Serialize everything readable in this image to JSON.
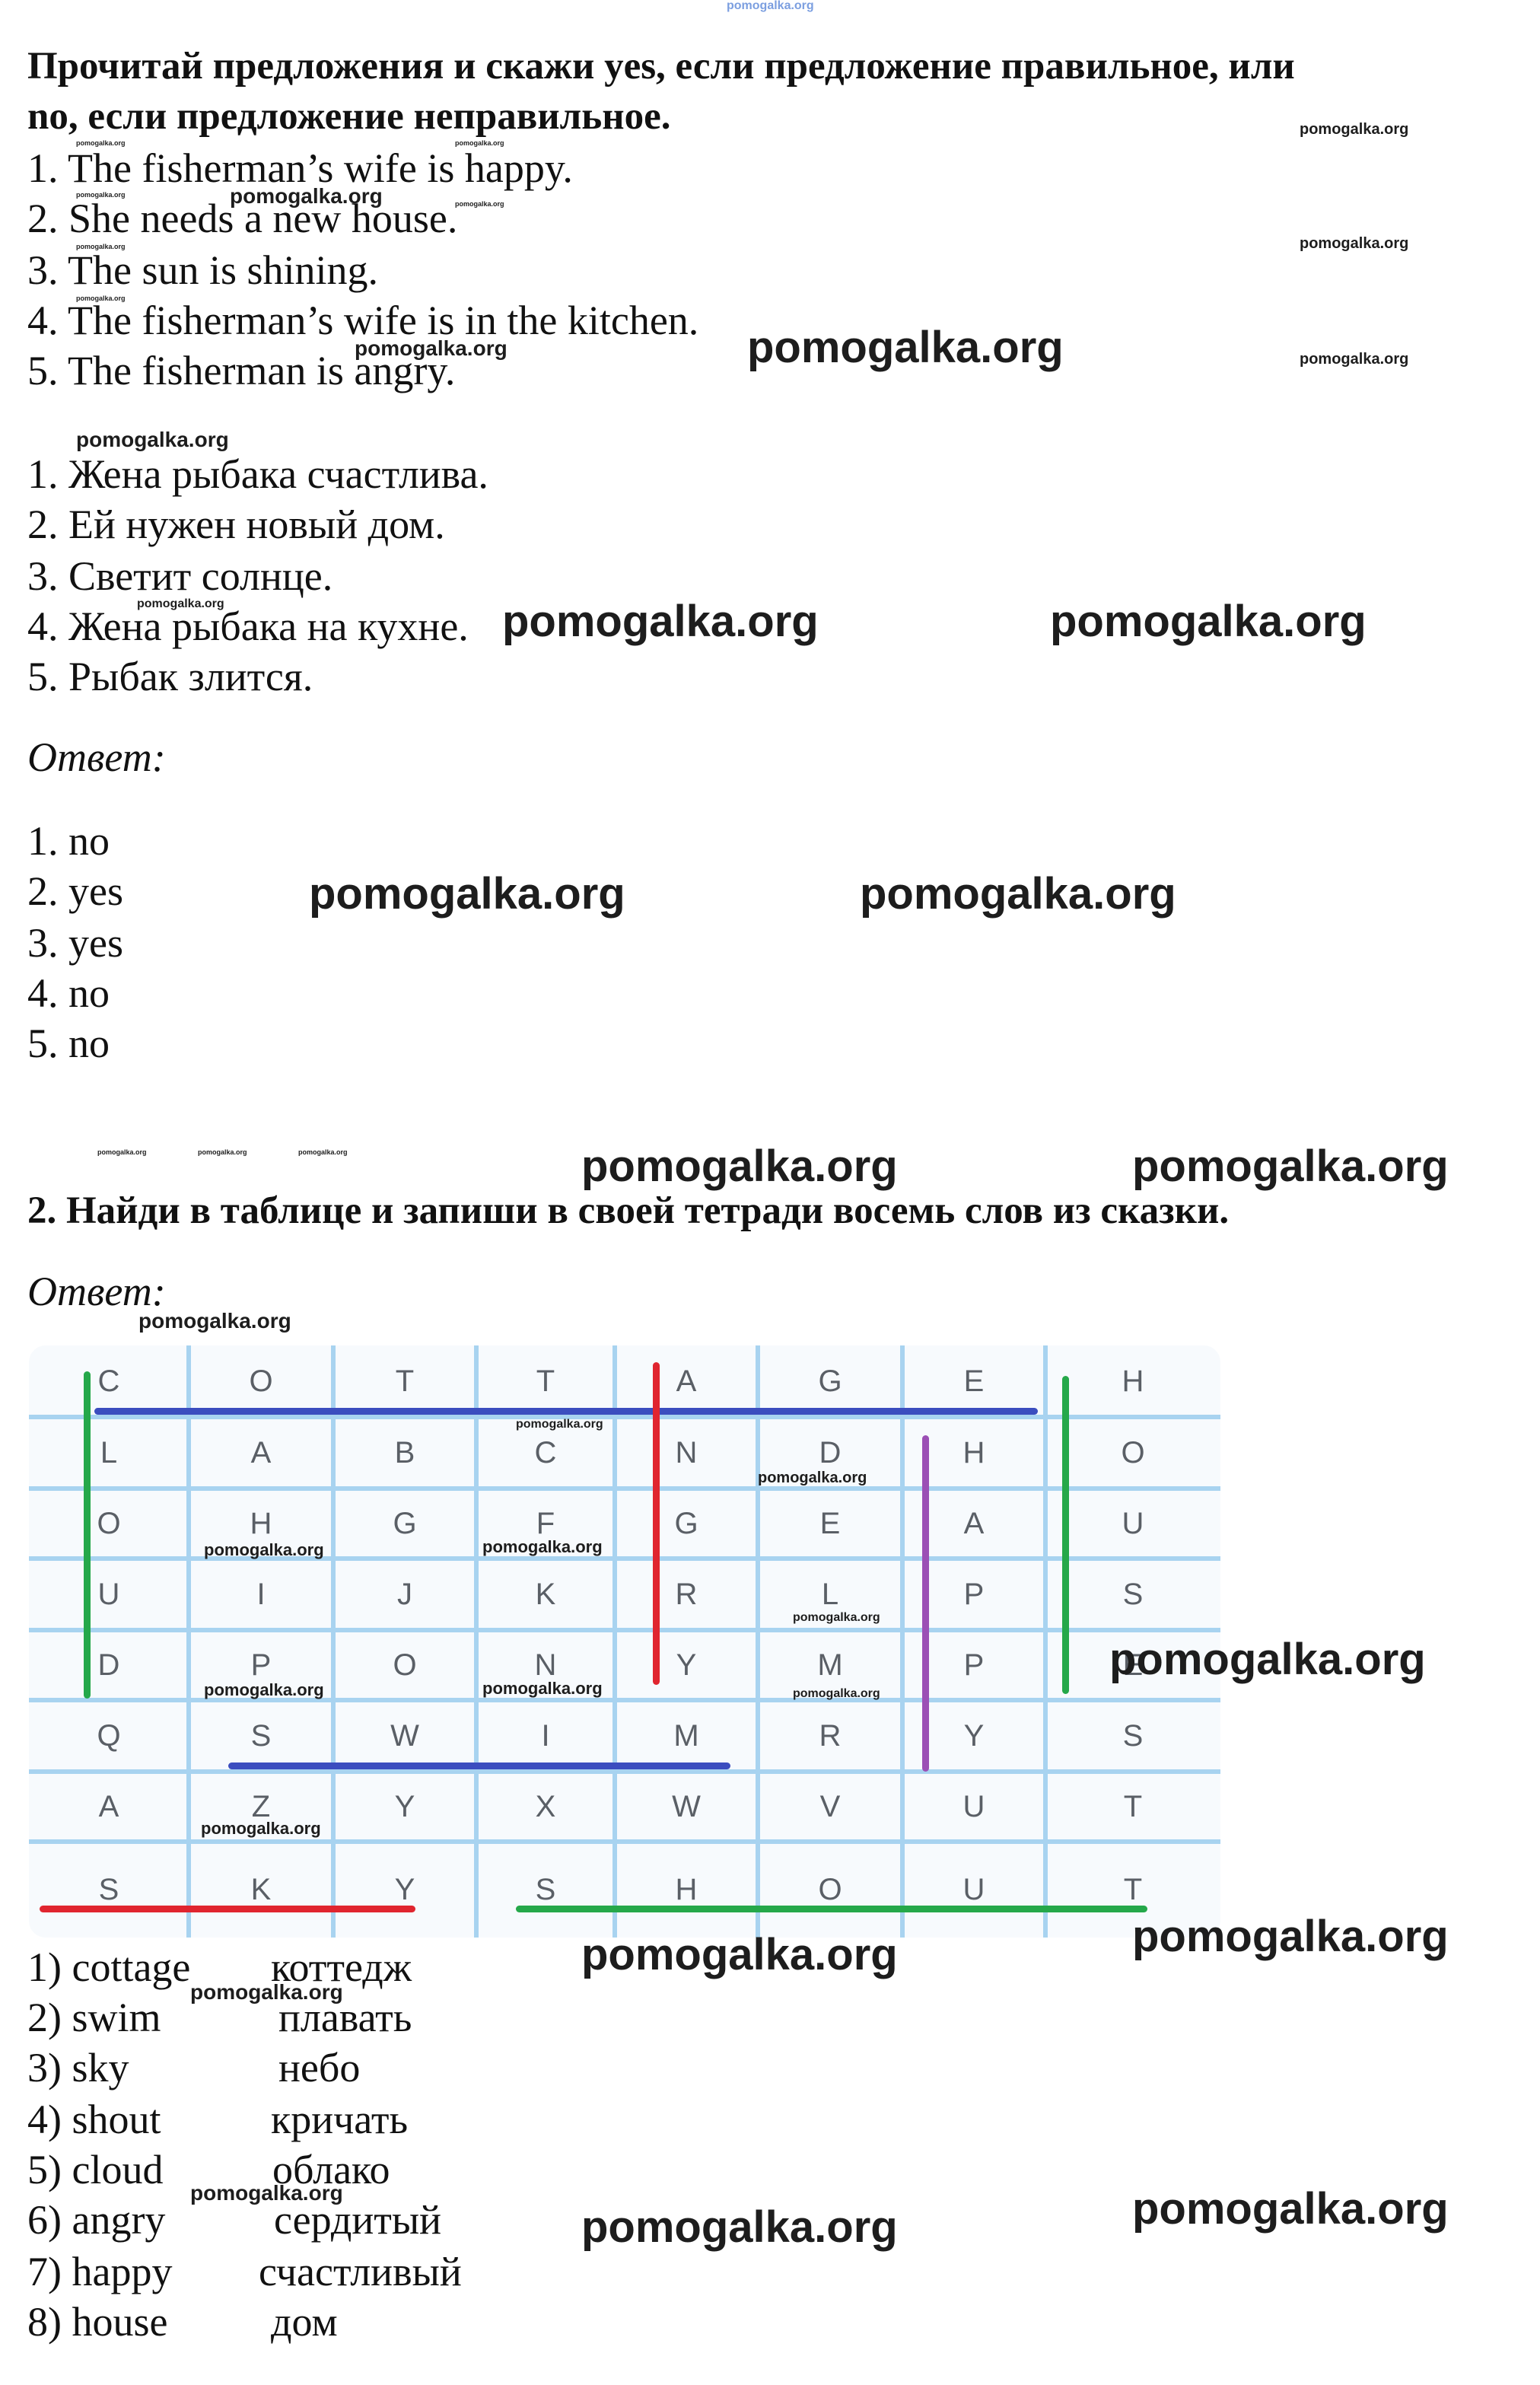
{
  "site_watermark": "pomogalka.org",
  "task1": {
    "title_line1": "Прочитай предложения и скажи yes, если предложение правильное, или",
    "title_line2": "no, если предложение неправильное.",
    "sentences": [
      "1. The fisherman’s wife is happy.",
      "2. She needs a new house.",
      "3. The sun is shining.",
      "4. The fisherman’s wife is in the kitchen.",
      "5. The fisherman is angry."
    ],
    "translations": [
      "1. Жена рыбака счастлива.",
      "2. Ей нужен новый дом.",
      "3. Светит солнце.",
      "4. Жена рыбака на кухне.",
      "5. Рыбак злится."
    ],
    "answer_label": "Ответ:",
    "answers": [
      "1. no",
      "2. yes",
      "3. yes",
      "4. no",
      "5. no"
    ]
  },
  "task2": {
    "title": "2. Найди в таблице и запиши в своей тетради восемь слов из сказки.",
    "answer_label": "Ответ:",
    "grid_rows": [
      [
        "C",
        "O",
        "T",
        "T",
        "A",
        "G",
        "E",
        "H"
      ],
      [
        "L",
        "A",
        "B",
        "C",
        "N",
        "D",
        "H",
        "O"
      ],
      [
        "O",
        "H",
        "G",
        "F",
        "G",
        "E",
        "A",
        "U"
      ],
      [
        "U",
        "I",
        "J",
        "K",
        "R",
        "L",
        "P",
        "S"
      ],
      [
        "D",
        "P",
        "O",
        "N",
        "Y",
        "M",
        "P",
        "E"
      ],
      [
        "Q",
        "S",
        "W",
        "I",
        "M",
        "R",
        "Y",
        "S"
      ],
      [
        "A",
        "Z",
        "Y",
        "X",
        "W",
        "V",
        "U",
        "T"
      ],
      [
        "S",
        "K",
        "Y",
        "S",
        "H",
        "O",
        "U",
        "T"
      ]
    ],
    "highlight_colors": {
      "blue": "#3b4dbf",
      "red": "#e0252f",
      "green": "#25a84a",
      "purple": "#9b4fb5"
    },
    "words": [
      {
        "en": "1) cottage",
        "ru": "коттедж"
      },
      {
        "en": "2) swim",
        "ru": "плавать"
      },
      {
        "en": "3) sky",
        "ru": "небо"
      },
      {
        "en": "4) shout",
        "ru": "кричать"
      },
      {
        "en": "5) cloud",
        "ru": "облако"
      },
      {
        "en": "6) angry",
        "ru": "сердитый"
      },
      {
        "en": "7) happy",
        "ru": "счастливый"
      },
      {
        "en": "8) house",
        "ru": "дом"
      }
    ]
  }
}
